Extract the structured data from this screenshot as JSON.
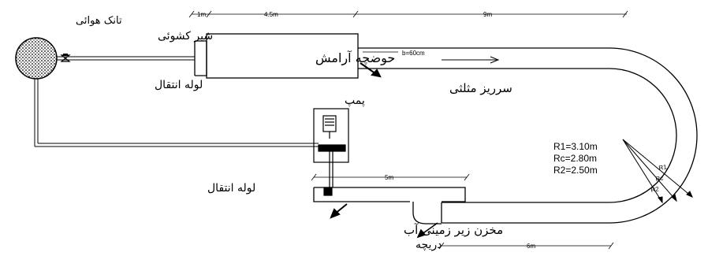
{
  "labels": {
    "air_tank": "تانک هوائی",
    "gate_valve": "شیر کشوئی",
    "stilling_basin": "حوضچه آرامش",
    "transfer_pipe_top": "لوله انتقال",
    "triangular_weir": "سرریز مثلثی",
    "pump": "پمپ",
    "transfer_pipe_bottom": "لوله انتقال",
    "underground_reservoir": "مخزن زیر زمینی آب",
    "gate": "دریچه"
  },
  "dimensions": {
    "d1": "1m",
    "d2": "4.5m",
    "d3": "9m",
    "width": "b=60cm",
    "d_tank": "5m",
    "d_bottom": "6m"
  },
  "radii": {
    "r1": "R1=3.10m",
    "rc": "Rc=2.80m",
    "r2": "R2=2.50m",
    "r1_short": "R1",
    "rc_short": "Rc",
    "r2_short": "R2"
  },
  "colors": {
    "line": "#000000",
    "background": "#ffffff"
  }
}
